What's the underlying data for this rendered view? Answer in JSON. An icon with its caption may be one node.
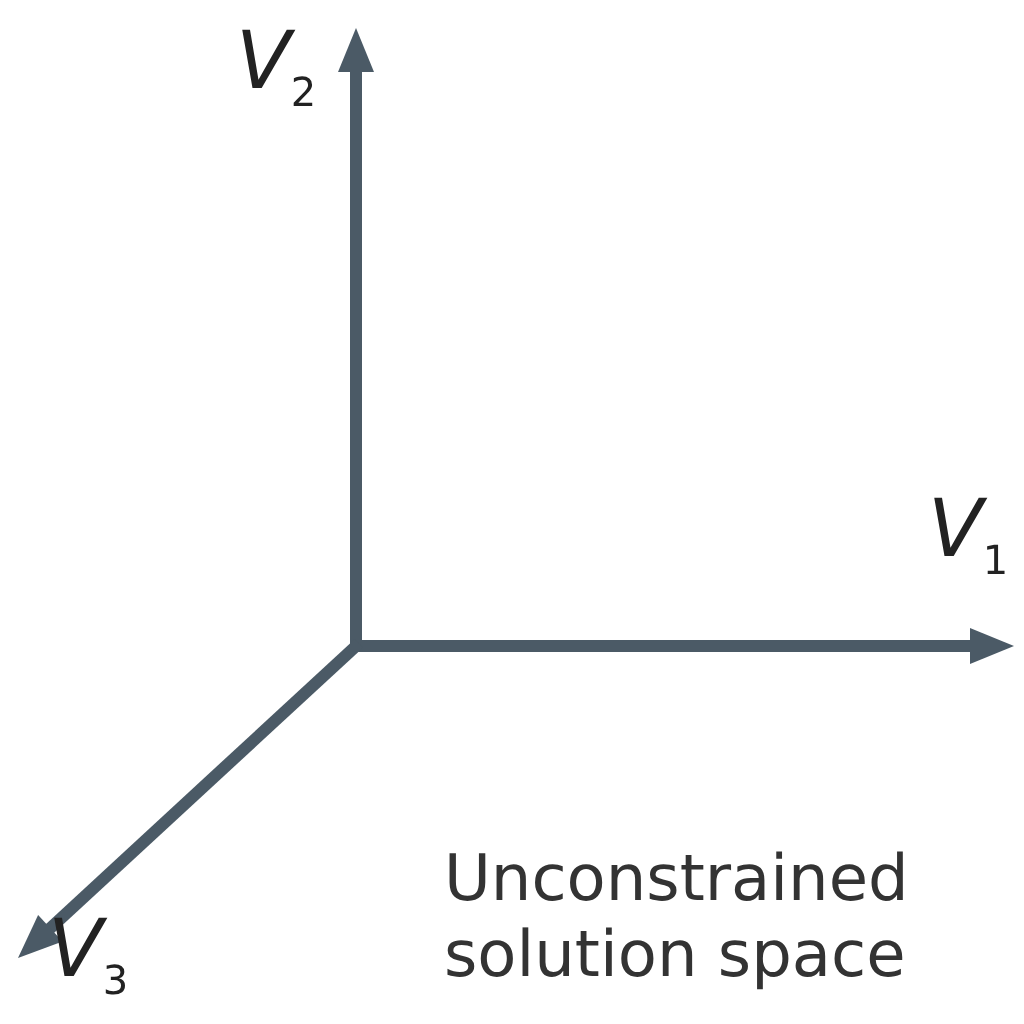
{
  "diagram": {
    "labels": [
      "*V*$_{2}$",
      "*V*$_{1}$",
      "*V*$_{3}$",
      "Unconstrained solution space"
    ]
  }
}
